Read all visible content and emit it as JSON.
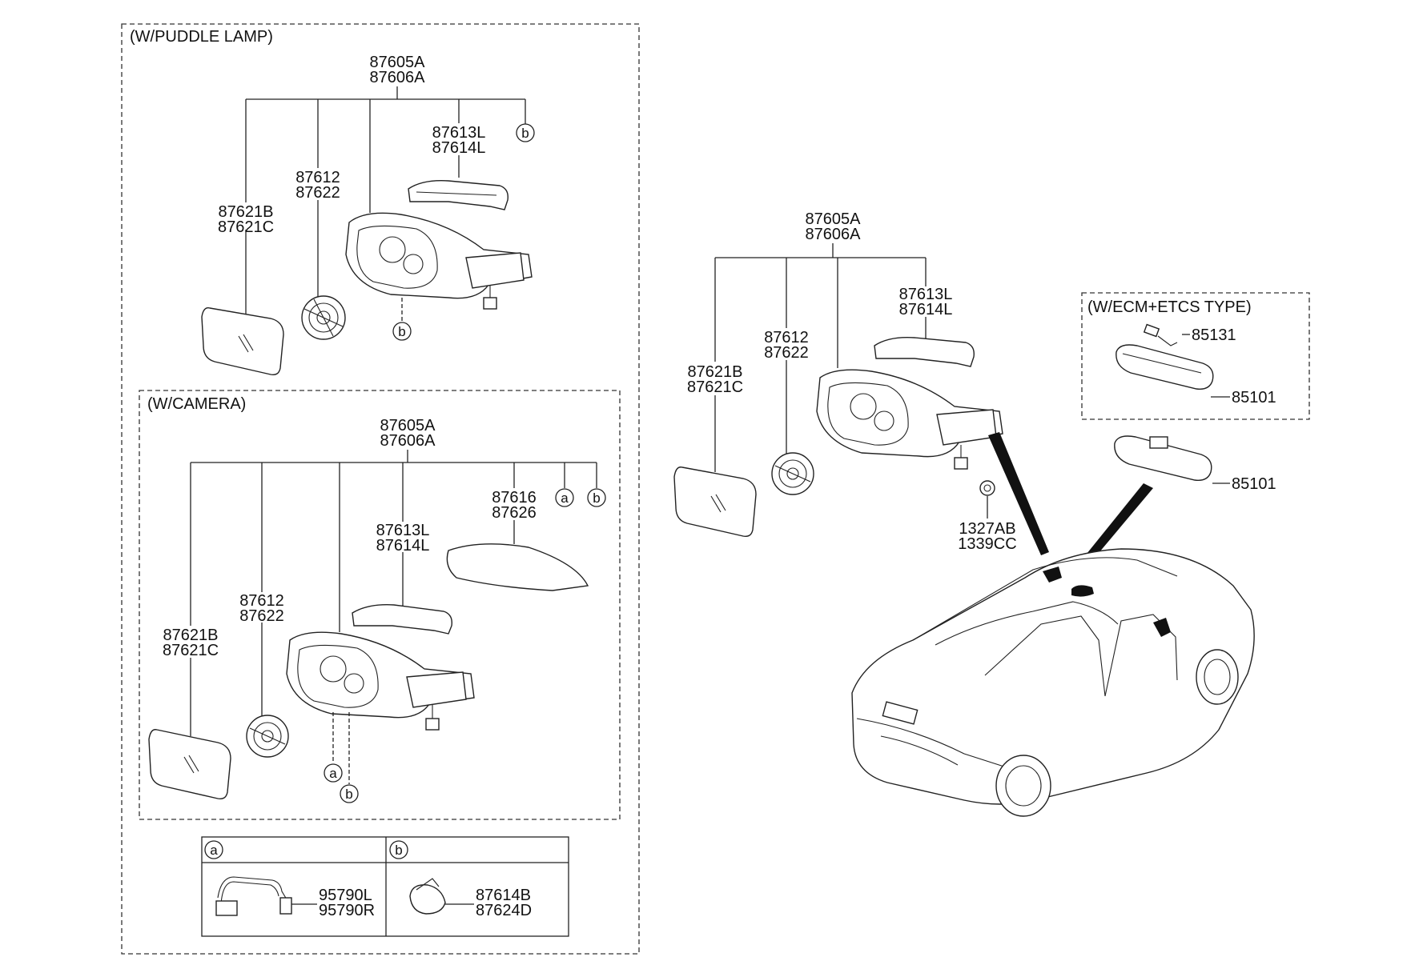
{
  "diagram": {
    "sections": {
      "puddle_lamp": "(W/PUDDLE LAMP)",
      "camera": "(W/CAMERA)",
      "ecm": "(W/ECM+ETCS TYPE)"
    },
    "callout_letters": {
      "a": "a",
      "b": "b"
    },
    "labels": {
      "p1_assy_1": "87605A",
      "p1_assy_2": "87606A",
      "p1_cover_1": "87613L",
      "p1_cover_2": "87614L",
      "p1_act_1": "87612",
      "p1_act_2": "87622",
      "p1_glass_1": "87621B",
      "p1_glass_2": "87621C",
      "p2_assy_1": "87605A",
      "p2_assy_2": "87606A",
      "p2_cap_1": "87616",
      "p2_cap_2": "87626",
      "p2_cover_1": "87613L",
      "p2_cover_2": "87614L",
      "p2_act_1": "87612",
      "p2_act_2": "87622",
      "p2_glass_1": "87621B",
      "p2_glass_2": "87621C",
      "leg_a_1": "95790L",
      "leg_a_2": "95790R",
      "leg_b_1": "87614B",
      "leg_b_2": "87624D",
      "r_assy_1": "87605A",
      "r_assy_2": "87606A",
      "r_cover_1": "87613L",
      "r_cover_2": "87614L",
      "r_act_1": "87612",
      "r_act_2": "87622",
      "r_glass_1": "87621B",
      "r_glass_2": "87621C",
      "r_bolt_1": "1327AB",
      "r_bolt_2": "1339CC",
      "ecm_wire": "85131",
      "ecm_mirror": "85101",
      "inside_mirror": "85101"
    }
  }
}
